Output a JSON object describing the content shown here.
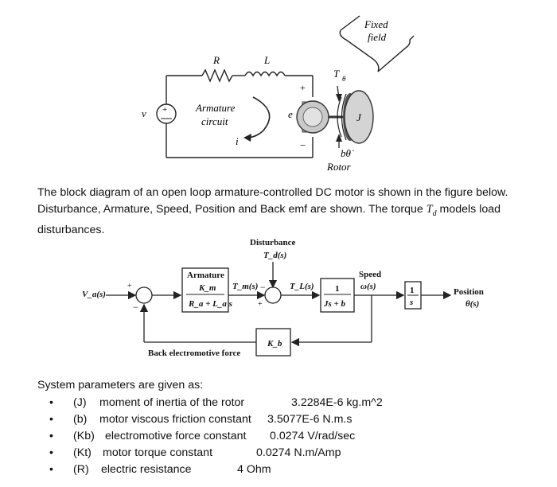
{
  "circuit": {
    "fixed_field": [
      "Fixed",
      "field"
    ],
    "resistor": "R",
    "inductor": "L",
    "source": "v",
    "armature_label": [
      "Armature",
      "circuit"
    ],
    "current": "i",
    "emf": "e",
    "plus": "+",
    "minus": "−",
    "torque": "T",
    "theta_sub": "θ",
    "inertia": "J",
    "friction": "bθ̇",
    "rotor": "Rotor"
  },
  "intro": {
    "text_before": "The block diagram of an open loop armature-controlled DC motor is shown in the figure below. Disturbance, Armature, Speed, Position and Back emf are shown. The torque ",
    "td_main": "T",
    "td_sub": "d",
    "text_after": " models load disturbances."
  },
  "block": {
    "disturbance": "Disturbance",
    "disturbance_sig": "T_d(s)",
    "input": "V_a(s)",
    "armature": "Armature",
    "armature_num": "K_m",
    "armature_den": "R_a + L_a s",
    "tm": "T_m(s)",
    "tl": "T_L(s)",
    "rotor_num": "1",
    "rotor_den": "Js + b",
    "speed": "Speed",
    "omega": "ω(s)",
    "integ_num": "1",
    "integ_den": "s",
    "position": "Position",
    "theta": "θ(s)",
    "kb": "K_b",
    "back_emf": "Back electromotive force",
    "plus": "+",
    "minus": "−"
  },
  "params_title": "System parameters are given as:",
  "params": [
    {
      "sym": "(J)",
      "desc": "moment of inertia of the rotor",
      "value": "3.2284E-6 kg.m^2"
    },
    {
      "sym": "(b)",
      "desc": "motor viscous friction constant",
      "value": "3.5077E-6 N.m.s"
    },
    {
      "sym": "(Kb)",
      "desc": "electromotive force constant",
      "value": "0.0274 V/rad/sec"
    },
    {
      "sym": "(Kt)",
      "desc": "motor torque constant",
      "value": "0.0274 N.m/Amp"
    },
    {
      "sym": "(R)",
      "desc": "electric resistance",
      "value": "4 Ohm"
    }
  ]
}
